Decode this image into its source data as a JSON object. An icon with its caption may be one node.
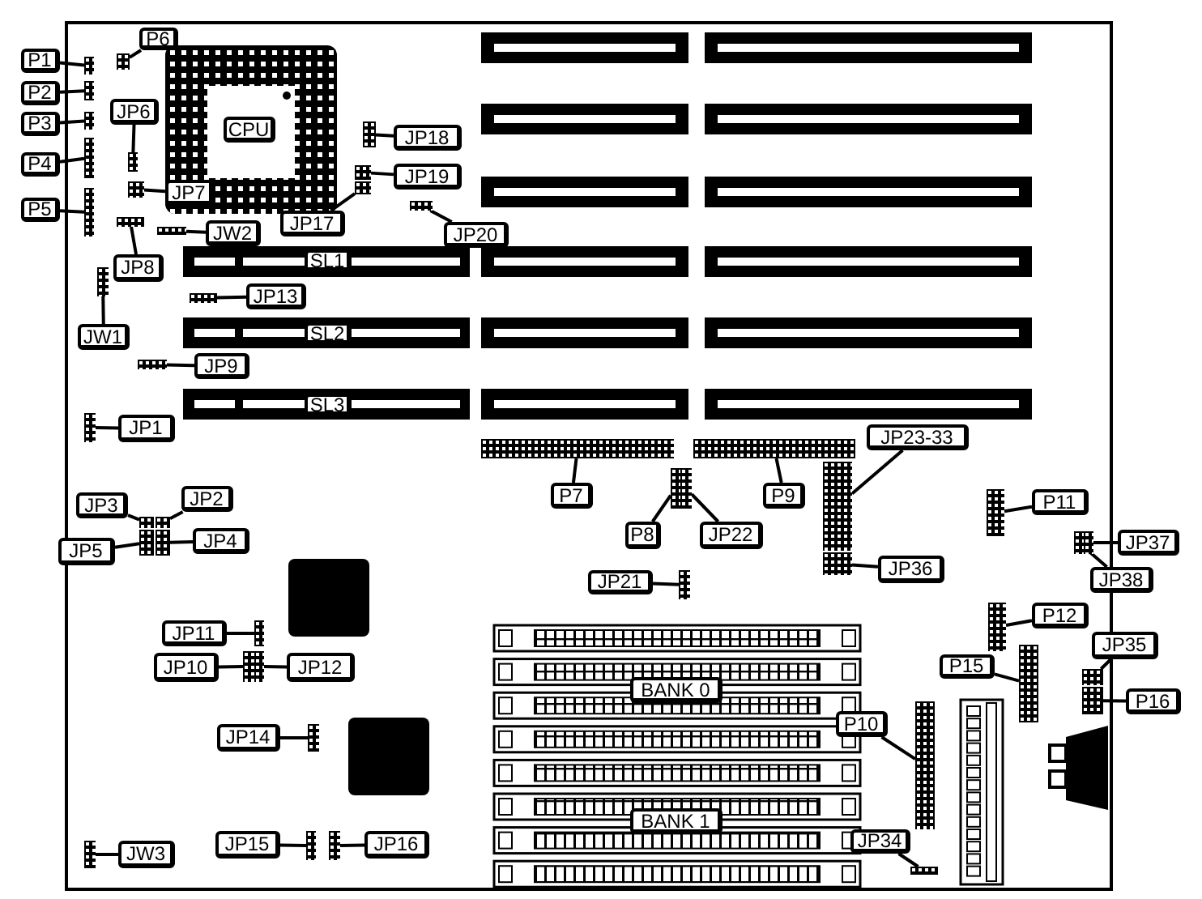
{
  "diagram": {
    "nodes": [
      {
        "text": [
          "P1"
        ]
      },
      {
        "text": [],
        "shape": "box"
      },
      {
        "text": [
          "P2"
        ]
      },
      {
        "text": [],
        "shape": "box"
      },
      {
        "text": [
          "P3"
        ]
      },
      {
        "text": [],
        "shape": "box"
      },
      {
        "text": [
          "P4"
        ]
      },
      {
        "text": [],
        "shape": "box"
      },
      {
        "text": [
          "P5"
        ]
      },
      {
        "text": [],
        "shape": "box"
      },
      {
        "text": [
          "P6"
        ]
      },
      {
        "text": [],
        "shape": "box"
      },
      {
        "text": [
          "JP6"
        ]
      },
      {
        "text": [],
        "shape": "box"
      },
      {
        "text": [
          "JP7"
        ]
      },
      {
        "text": [],
        "shape": "box"
      },
      {
        "text": [
          "JP18"
        ]
      },
      {
        "text": [],
        "shape": "box"
      },
      {
        "text": [
          "JP19"
        ]
      },
      {
        "text": [],
        "shape": "box"
      },
      {
        "text": [
          "JP17"
        ]
      },
      {
        "text": [],
        "shape": "box"
      },
      {
        "text": [
          "JP20"
        ]
      },
      {
        "text": [],
        "shape": "box"
      },
      {
        "text": [
          "JW2"
        ]
      },
      {
        "text": [],
        "shape": "box"
      },
      {
        "text": [
          "JP8"
        ]
      },
      {
        "text": [],
        "shape": "box"
      },
      {
        "text": [
          "JP13"
        ]
      },
      {
        "text": [],
        "shape": "box"
      },
      {
        "text": [
          "JW1"
        ]
      },
      {
        "text": [],
        "shape": "box"
      },
      {
        "text": [
          "JP9"
        ]
      },
      {
        "text": [],
        "shape": "box"
      },
      {
        "text": [
          "JP1"
        ]
      },
      {
        "text": [],
        "shape": "box"
      },
      {
        "text": [
          "P7"
        ]
      },
      {
        "text": [],
        "shape": "box"
      },
      {
        "text": [
          "P9"
        ]
      },
      {
        "text": [],
        "shape": "box"
      },
      {
        "text": [
          "JP23-33"
        ]
      },
      {
        "text": [],
        "shape": "box"
      },
      {
        "text": [
          "P8"
        ]
      },
      {
        "text": [],
        "shape": "box"
      },
      {
        "text": [
          "JP22"
        ]
      },
      {
        "text": [],
        "shape": "box"
      },
      {
        "text": [
          "P11"
        ]
      },
      {
        "text": [],
        "shape": "box"
      },
      {
        "text": [
          "JP37"
        ]
      },
      {
        "text": [],
        "shape": "box"
      },
      {
        "text": [
          "JP38"
        ]
      },
      {
        "text": [],
        "shape": "box"
      },
      {
        "text": [
          "JP3"
        ]
      },
      {
        "text": [],
        "shape": "box"
      },
      {
        "text": [
          "JP2"
        ]
      },
      {
        "text": [],
        "shape": "box"
      },
      {
        "text": [
          "JP4"
        ]
      },
      {
        "text": [],
        "shape": "box"
      },
      {
        "text": [
          "JP5"
        ]
      },
      {
        "text": [],
        "shape": "box"
      },
      {
        "text": [
          "JP36"
        ]
      },
      {
        "text": [],
        "shape": "box"
      },
      {
        "text": [
          "JP21"
        ]
      },
      {
        "text": [],
        "shape": "box"
      },
      {
        "text": [
          "P12"
        ]
      },
      {
        "text": [],
        "shape": "box"
      },
      {
        "text": [
          "JP11"
        ]
      },
      {
        "text": [],
        "shape": "box"
      },
      {
        "text": [
          "JP10"
        ]
      },
      {
        "text": [],
        "shape": "box"
      },
      {
        "text": [
          "JP12"
        ]
      },
      {
        "text": [],
        "shape": "box"
      },
      {
        "text": [
          "P15"
        ]
      },
      {
        "text": [],
        "shape": "box"
      },
      {
        "text": [
          "JP35"
        ]
      },
      {
        "text": [],
        "shape": "box"
      },
      {
        "text": [
          "P16"
        ]
      },
      {
        "text": [],
        "shape": "box"
      },
      {
        "text": [
          "P10"
        ]
      },
      {
        "text": [],
        "shape": "box"
      },
      {
        "text": [
          "JP14"
        ]
      },
      {
        "text": [],
        "shape": "box"
      },
      {
        "text": [
          "JW3"
        ]
      },
      {
        "text": [],
        "shape": "box"
      },
      {
        "text": [
          "JP15"
        ]
      },
      {
        "text": [],
        "shape": "box"
      },
      {
        "text": [
          "JP16"
        ]
      },
      {
        "text": [],
        "shape": "box"
      },
      {
        "text": [
          "JP34"
        ]
      },
      {
        "text": [],
        "shape": "box"
      },
      {
        "text": [
          "CPU"
        ]
      },
      {
        "text": [
          "SL1"
        ]
      },
      {
        "text": [
          "SL2"
        ]
      },
      {
        "text": [
          "SL3"
        ]
      },
      {
        "text": [
          "BANK 0"
        ]
      },
      {
        "text": [
          "BANK 1"
        ]
      }
    ],
    "edges": [
      {
        "from": 0,
        "to": 1,
        "arrow": "none"
      },
      {
        "from": 2,
        "to": 3,
        "arrow": "none"
      },
      {
        "from": 4,
        "to": 5,
        "arrow": "none"
      },
      {
        "from": 6,
        "to": 7,
        "arrow": "none"
      },
      {
        "from": 8,
        "to": 9,
        "arrow": "none"
      },
      {
        "from": 10,
        "to": 11,
        "arrow": "none"
      },
      {
        "from": 12,
        "to": 13,
        "arrow": "none"
      },
      {
        "from": 14,
        "to": 15,
        "arrow": "none"
      },
      {
        "from": 16,
        "to": 17,
        "arrow": "none"
      },
      {
        "from": 18,
        "to": 19,
        "arrow": "none"
      },
      {
        "from": 20,
        "to": 21,
        "arrow": "none"
      },
      {
        "from": 22,
        "to": 23,
        "arrow": "none"
      },
      {
        "from": 24,
        "to": 25,
        "arrow": "none"
      },
      {
        "from": 26,
        "to": 27,
        "arrow": "none"
      },
      {
        "from": 28,
        "to": 29,
        "arrow": "none"
      },
      {
        "from": 30,
        "to": 31,
        "arrow": "none"
      },
      {
        "from": 32,
        "to": 33,
        "arrow": "none"
      },
      {
        "from": 34,
        "to": 35,
        "arrow": "none"
      },
      {
        "from": 36,
        "to": 37,
        "arrow": "none"
      },
      {
        "from": 38,
        "to": 39,
        "arrow": "none"
      },
      {
        "from": 40,
        "to": 41,
        "arrow": "none"
      },
      {
        "from": 42,
        "to": 43,
        "arrow": "none"
      },
      {
        "from": 44,
        "to": 45,
        "arrow": "none"
      },
      {
        "from": 46,
        "to": 47,
        "arrow": "none"
      },
      {
        "from": 48,
        "to": 49,
        "arrow": "none"
      },
      {
        "from": 50,
        "to": 51,
        "arrow": "none"
      },
      {
        "from": 52,
        "to": 53,
        "arrow": "none"
      },
      {
        "from": 54,
        "to": 55,
        "arrow": "none"
      },
      {
        "from": 56,
        "to": 57,
        "arrow": "none"
      },
      {
        "from": 58,
        "to": 59,
        "arrow": "none"
      },
      {
        "from": 60,
        "to": 61,
        "arrow": "none"
      },
      {
        "from": 62,
        "to": 63,
        "arrow": "none"
      },
      {
        "from": 64,
        "to": 65,
        "arrow": "none"
      },
      {
        "from": 66,
        "to": 67,
        "arrow": "none"
      },
      {
        "from": 68,
        "to": 69,
        "arrow": "none"
      },
      {
        "from": 70,
        "to": 71,
        "arrow": "none"
      },
      {
        "from": 72,
        "to": 73,
        "arrow": "none"
      },
      {
        "from": 74,
        "to": 75,
        "arrow": "none"
      },
      {
        "from": 76,
        "to": 77,
        "arrow": "none"
      },
      {
        "from": 78,
        "to": 79,
        "arrow": "none"
      },
      {
        "from": 80,
        "to": 81,
        "arrow": "none"
      },
      {
        "from": 82,
        "to": 83,
        "arrow": "none"
      },
      {
        "from": 84,
        "to": 85,
        "arrow": "none"
      },
      {
        "from": 86,
        "to": 87,
        "arrow": "none"
      },
      {
        "from": 88,
        "to": 89,
        "arrow": "none"
      }
    ]
  }
}
